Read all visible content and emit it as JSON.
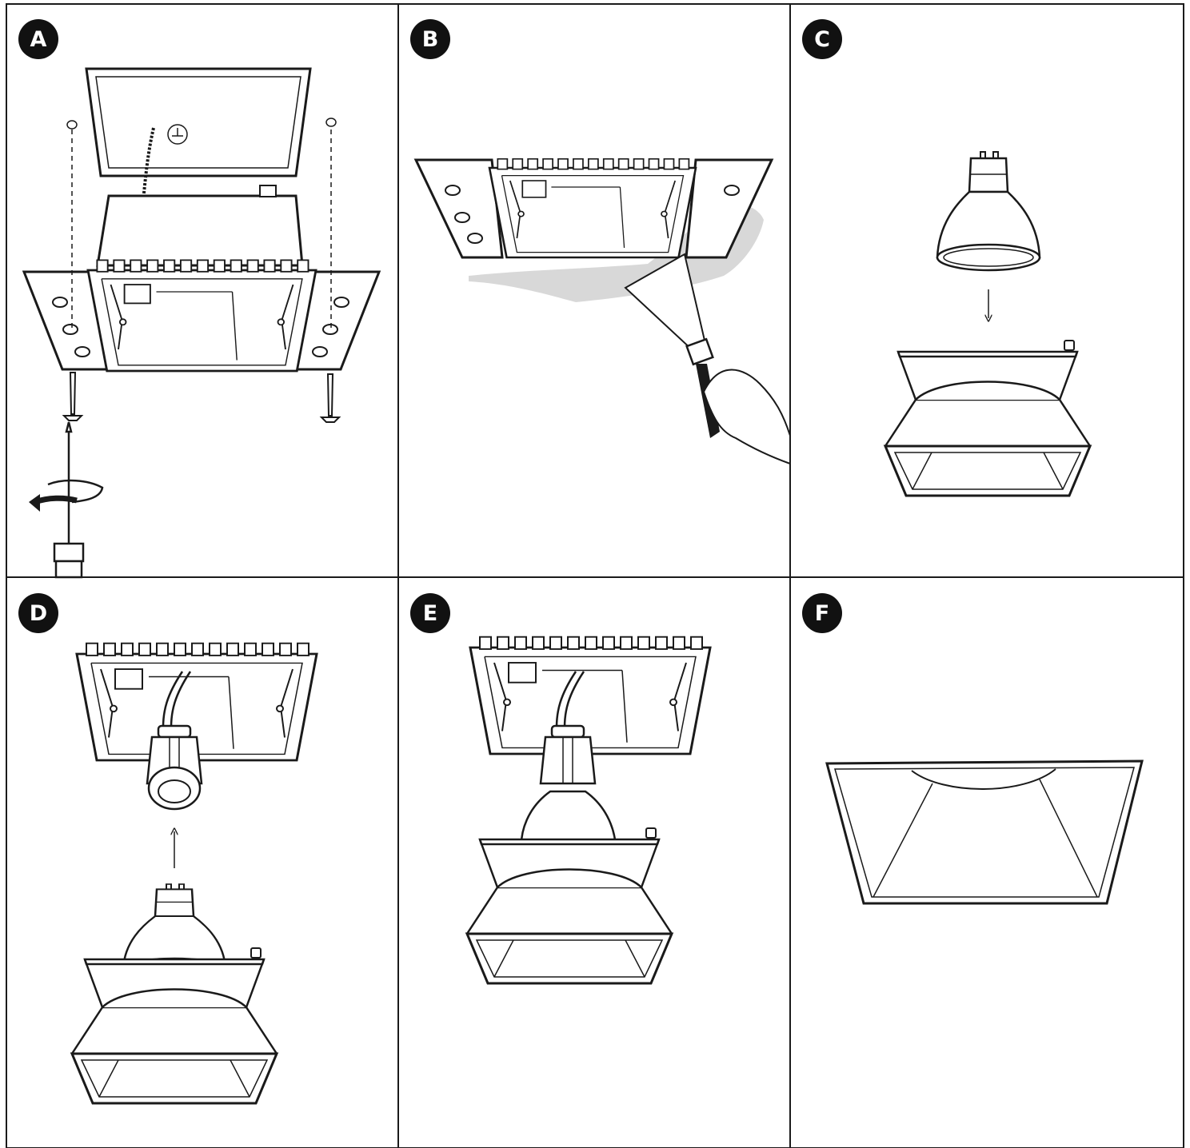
{
  "steps": [
    {
      "id": "A",
      "label": "A"
    },
    {
      "id": "B",
      "label": "B"
    },
    {
      "id": "C",
      "label": "C"
    },
    {
      "id": "D",
      "label": "D"
    },
    {
      "id": "E",
      "label": "E"
    },
    {
      "id": "F",
      "label": "F"
    }
  ],
  "colors": {
    "line": "#1a1a1a",
    "paper": "#ffffff",
    "badge": "#111111",
    "plaster": "#c8c8c8"
  }
}
